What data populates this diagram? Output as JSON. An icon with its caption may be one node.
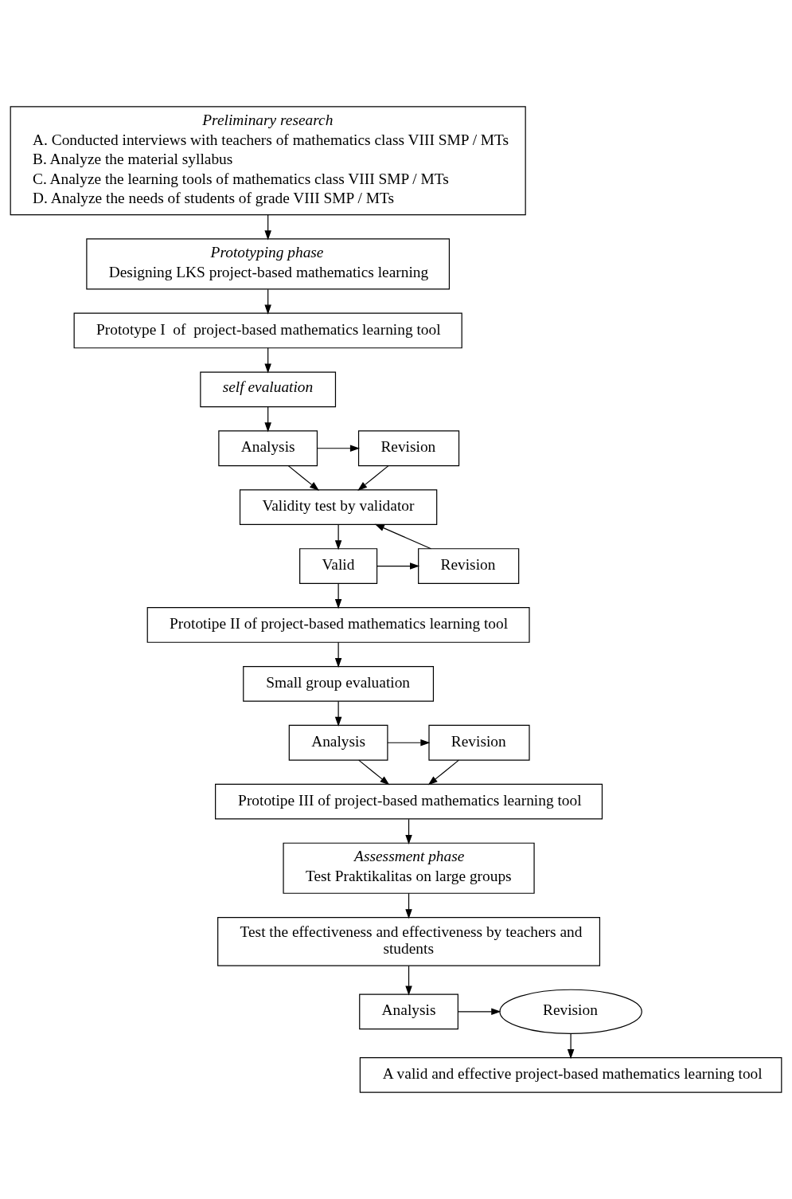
{
  "diagram": {
    "nodes": [
      {
        "text": [
          "Preliminary research",
          "A. Conducted interviews with teachers of mathematics class VIII SMP / MTs",
          "B. Analyze the material syllabus",
          "C. Analyze the learning tools of mathematics class VIII SMP / MTs",
          "D. Analyze the needs of students of grade VIII SMP / MTs"
        ]
      },
      {
        "text": [
          "Prototyping phase",
          "Designing LKS project-based mathematics learning"
        ]
      },
      {
        "text": [
          "Prototype I  of  project-based mathematics learning tool"
        ]
      },
      {
        "text": [
          "self evaluation"
        ]
      },
      {
        "text": [
          "Analysis"
        ]
      },
      {
        "text": [
          "Revision"
        ]
      },
      {
        "text": [
          "Validity test by validator"
        ]
      },
      {
        "text": [
          "Valid"
        ]
      },
      {
        "text": [
          "Revision"
        ]
      },
      {
        "text": [
          "Prototipe II of project-based mathematics learning tool"
        ]
      },
      {
        "text": [
          "Small group evaluation"
        ]
      },
      {
        "text": [
          "Analysis"
        ]
      },
      {
        "text": [
          "Revision"
        ]
      },
      {
        "text": [
          "Prototipe III of project-based mathematics learning tool"
        ]
      },
      {
        "text": [
          "Assessment phase",
          "Test Praktikalitas on large groups"
        ]
      },
      {
        "text": [
          "Test the effectiveness and effectiveness by teachers and students"
        ]
      },
      {
        "text": [
          "Analysis"
        ]
      },
      {
        "text": [
          "Revision"
        ]
      },
      {
        "text": [
          "A valid and effective project-based mathematics learning tool"
        ]
      }
    ],
    "edges": [
      {
        "from": 0,
        "to": 1,
        "arrow": "to"
      },
      {
        "from": 1,
        "to": 2,
        "arrow": "to"
      },
      {
        "from": 2,
        "to": 3,
        "arrow": "to"
      },
      {
        "from": 3,
        "to": 4,
        "arrow": "to"
      },
      {
        "from": 4,
        "to": 5,
        "arrow": "to"
      },
      {
        "from": 4,
        "to": 6,
        "arrow": "to"
      },
      {
        "from": 5,
        "to": 6,
        "arrow": "to"
      },
      {
        "from": 6,
        "to": 7,
        "arrow": "to"
      },
      {
        "from": 7,
        "to": 8,
        "arrow": "to"
      },
      {
        "from": 8,
        "to": 6,
        "arrow": "to"
      },
      {
        "from": 7,
        "to": 9,
        "arrow": "to"
      },
      {
        "from": 9,
        "to": 10,
        "arrow": "to"
      },
      {
        "from": 10,
        "to": 11,
        "arrow": "to"
      },
      {
        "from": 11,
        "to": 12,
        "arrow": "to"
      },
      {
        "from": 11,
        "to": 13,
        "arrow": "to"
      },
      {
        "from": 12,
        "to": 13,
        "arrow": "to"
      },
      {
        "from": 13,
        "to": 14,
        "arrow": "to"
      },
      {
        "from": 14,
        "to": 15,
        "arrow": "to"
      },
      {
        "from": 15,
        "to": 16,
        "arrow": "to"
      },
      {
        "from": 16,
        "to": 17,
        "arrow": "to"
      },
      {
        "from": 17,
        "to": 18,
        "arrow": "to"
      }
    ]
  }
}
